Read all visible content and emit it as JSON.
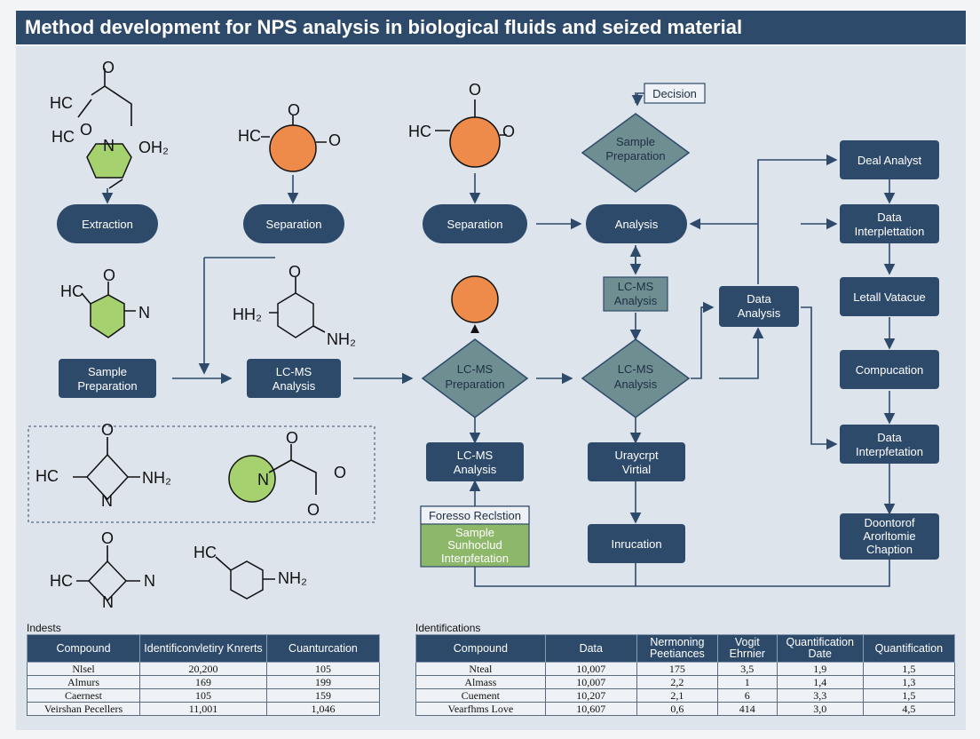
{
  "header": {
    "title": "Method development for NPS analysis in biological fluids and seized material"
  },
  "nodes": {
    "extraction": "Extraction",
    "separation_1": "Separation",
    "separation_2": "Separation",
    "analysis_pill": "Analysis",
    "decision_box": "Decision",
    "sample_prep_diamond": [
      "Sample",
      "Preparation"
    ],
    "lcms_small": [
      "LC-MS",
      "Analysis"
    ],
    "sample_prep_box": [
      "Sample",
      "Preparation"
    ],
    "lcms_box_1": [
      "LC-MS",
      "Analysis"
    ],
    "lcms_prep_diamond": [
      "LC-MS",
      "Preparation"
    ],
    "lcms_diamond": [
      "LC-MS",
      "Analysis"
    ],
    "data_analysis": [
      "Data",
      "Analysis"
    ],
    "lcms_box_2": [
      "LC-MS",
      "Analysis"
    ],
    "uraycrpt": [
      "Uraycrpt",
      "Virtial"
    ],
    "instruction": "Inrucation",
    "forensic_box": {
      "header": "Foresso Reclstion",
      "lines": [
        "Sample",
        "Sunhoclud",
        "Interpfetation"
      ]
    },
    "right_column": {
      "deal_analyst": "Deal Analyst",
      "data_interp_1": [
        "Data",
        "Interplettation"
      ],
      "letall_vatacue": "Letall Vatacue",
      "compucation": "Compucation",
      "data_interp_2": [
        "Data",
        "Interpfetation"
      ],
      "doctor_box": [
        "Doontorof",
        "Arorltomie",
        "Chaption"
      ]
    }
  },
  "chem_labels": {
    "m1": {
      "hc_top": "HC",
      "o_top": "O",
      "hc_left": "HC",
      "o_left": "O",
      "n": "N",
      "oh2": "OH₂"
    },
    "m2": {
      "hc": "HC",
      "o_top": "O",
      "o_right": "O"
    },
    "m3": {
      "hc": "HC",
      "o_top": "O",
      "o_right": "O"
    },
    "m4": {
      "hc": "HC",
      "o": "O",
      "n": "N"
    },
    "m5": {
      "o": "O",
      "h2": "HH₂",
      "nh2": "NH₂"
    },
    "m6": {
      "o": "O",
      "hc": "HC",
      "nh2": "NH₂",
      "n": "N"
    },
    "m7": {
      "o_top": "O",
      "n": "N",
      "o_right": "O",
      "o_bottom": "O"
    },
    "m8": {
      "o": "O",
      "hc": "HC",
      "n_right": "N",
      "n_bottom": "N"
    },
    "m9": {
      "hc": "HC",
      "nh2": "NH₂"
    }
  },
  "table1": {
    "label": "Indests",
    "headers": [
      "Compound",
      "Identificonvletiry Knrerts",
      "Cuanturcation"
    ],
    "rows": [
      [
        "Nlsel",
        "20,200",
        "105"
      ],
      [
        "Almurs",
        "169",
        "199"
      ],
      [
        "Caernest",
        "105",
        "159"
      ],
      [
        "Veirshan Pecellers",
        "11,001",
        "1,046"
      ]
    ]
  },
  "table2": {
    "label": "Identifications",
    "headers": [
      "Compound",
      "Data",
      "Nermoning Peetiances",
      "Vogit Ehrnier",
      "Quantification Date",
      "Quantification"
    ],
    "rows": [
      [
        "Nteal",
        "10,007",
        "175",
        "3,5",
        "1,9",
        "1,5"
      ],
      [
        "Almass",
        "10,007",
        "2,2",
        "1",
        "1,4",
        "1,3"
      ],
      [
        "Cuement",
        "10,207",
        "2,1",
        "6",
        "3,3",
        "1,5"
      ],
      [
        "Vearfhms Love",
        "10,607",
        "0,6",
        "414",
        "3,0",
        "4,5"
      ]
    ]
  },
  "colors": {
    "navy": "#2e4a6b",
    "teal_diamond": "#6f8e91",
    "orange": "#ee8a4a",
    "green": "#a5d26f",
    "forensic_green": "#8db86a"
  }
}
